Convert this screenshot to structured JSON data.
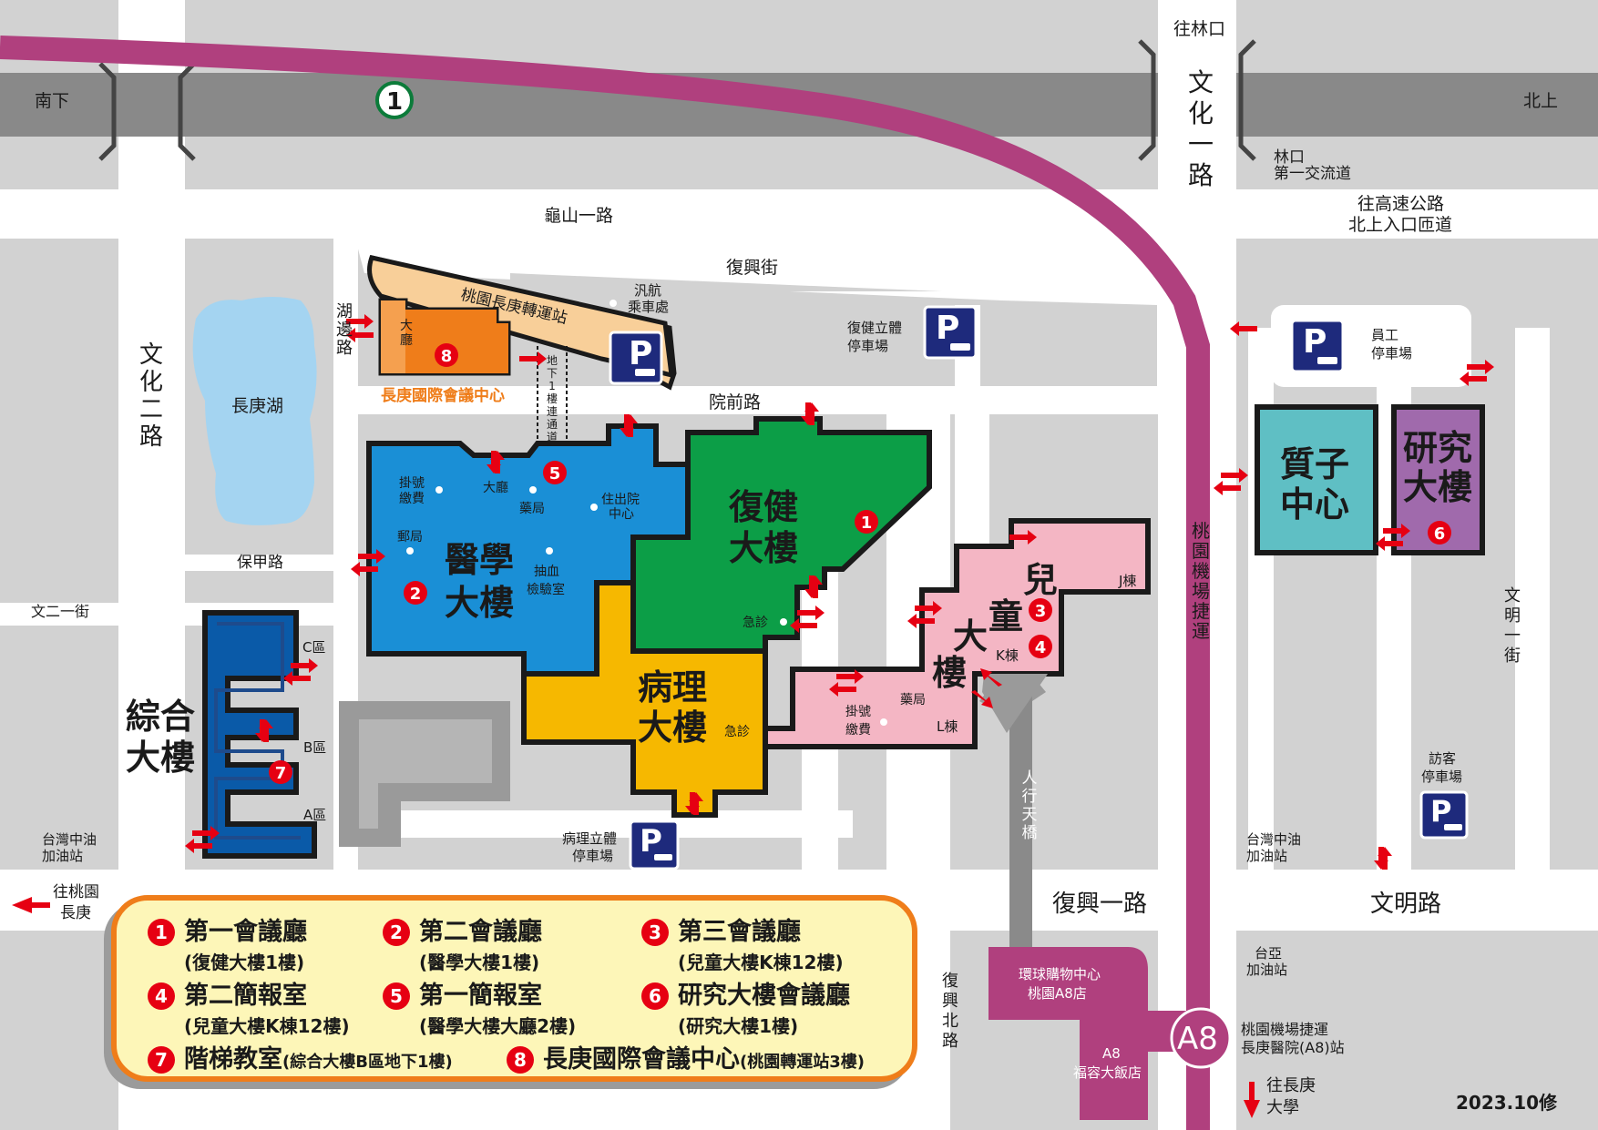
{
  "roads": {
    "nan_xia": "南下",
    "bei_shang": "北上",
    "highway_no": "1",
    "wang_linkou": "往林口",
    "wenhua_rd": "文化一路",
    "linkou_ic_1": "林口",
    "linkou_ic_2": "第一交流道",
    "to_freeway_1": "往高速公路",
    "to_freeway_2": "北上入口匝道",
    "guishan_rd": "龜山一路",
    "fuxing_st": "復興街",
    "yuanqian_rd": "院前路",
    "wenhua2_rd": "文化二路",
    "hubian_rd": "湖邊路",
    "baojia_rd": "保甲路",
    "wen2_st": "文二一街",
    "wenming1_st": "文明一街",
    "fuxing1_rd": "復興一路",
    "wenming_rd": "文明路",
    "fuxing_n_rd": "復興北路",
    "mrt_line": "桃園機場捷運",
    "footbridge": "人行天橋",
    "to_taoyuan_1": "往桃園",
    "to_taoyuan_2": "長庚",
    "to_cgu_1": "往長庚",
    "to_cgu_2": "大學"
  },
  "places": {
    "lake": "長庚湖",
    "bus_station": "桃園長庚轉運站",
    "shuttle_1": "汎航",
    "shuttle_2": "乘車處",
    "hall_1": "大",
    "hall_2": "廳",
    "conv_center": "長庚國際會議中心",
    "tunnel": "地下1樓連通道",
    "rehab_parking_1": "復健立體",
    "rehab_parking_2": "停車場",
    "staff_parking_1": "員工",
    "staff_parking_2": "停車場",
    "visitor_parking_1": "訪客",
    "visitor_parking_2": "停車場",
    "path_parking_1": "病理立體",
    "path_parking_2": "停車場",
    "gas_left_1": "台灣中油",
    "gas_left_2": "加油站",
    "gas_right_1": "台灣中油",
    "gas_right_2": "加油站",
    "gas_taiya_1": "台亞",
    "gas_taiya_2": "加油站",
    "mall_1": "環球購物中心",
    "mall_2": "桃園A8店",
    "hotel_1": "A8",
    "hotel_2": "福容大飯店",
    "a8": "A8",
    "mrt_station_1": "桃園機場捷運",
    "mrt_station_2": "長庚醫院(A8)站",
    "parking_letter": "P"
  },
  "buildings": {
    "medical_1": "醫學",
    "medical_2": "大樓",
    "rehab_1": "復健",
    "rehab_2": "大樓",
    "pathology_1": "病理",
    "pathology_2": "大樓",
    "children_1": "兒",
    "children_2": "童",
    "children_3": "大",
    "children_4": "樓",
    "proton_1": "質子",
    "proton_2": "中心",
    "research_1": "研究",
    "research_2": "大樓",
    "general_1": "綜合",
    "general_2": "大樓",
    "zone_c": "C區",
    "zone_b": "B區",
    "zone_a": "A區",
    "j_bldg": "J棟",
    "k_bldg": "K棟",
    "l_bldg": "L棟"
  },
  "facilities": {
    "reg_pay_1": "掛號",
    "reg_pay_2": "繳費",
    "lobby": "大廳",
    "pharmacy": "藥局",
    "admission_1": "住出院",
    "admission_2": "中心",
    "post": "郵局",
    "blood_1": "抽血",
    "blood_2": "檢驗室",
    "er_rehab": "急診",
    "er_path": "急診",
    "child_reg_1": "掛號",
    "child_reg_2": "繳費",
    "child_pharmacy": "藥局"
  },
  "markers": [
    "1",
    "2",
    "3",
    "4",
    "5",
    "6",
    "7",
    "8"
  ],
  "legend": {
    "items": [
      {
        "num": "1",
        "title": "第一會議廳",
        "sub": "(復健大樓1樓)"
      },
      {
        "num": "2",
        "title": "第二會議廳",
        "sub": "(醫學大樓1樓)"
      },
      {
        "num": "3",
        "title": "第三會議廳",
        "sub": "(兒童大樓K棟12樓)"
      },
      {
        "num": "4",
        "title": "第二簡報室",
        "sub": "(兒童大樓K棟12樓)"
      },
      {
        "num": "5",
        "title": "第一簡報室",
        "sub": "(醫學大樓大廳2樓)"
      },
      {
        "num": "6",
        "title": "研究大樓會議廳",
        "sub": "(研究大樓1樓)"
      },
      {
        "num": "7",
        "title": "階梯教室",
        "sub": "(綜合大樓B區地下1樓)"
      },
      {
        "num": "8",
        "title": "長庚國際會議中心",
        "sub": "(桃園轉運站3樓)"
      }
    ]
  },
  "version": "2023.10修",
  "colors": {
    "block_gray": "#d2d2d2",
    "road_white": "#ffffff",
    "highway": "#898989",
    "mrt": "#b0407e",
    "medical": "#1a8fd6",
    "rehab": "#0c9e47",
    "pathology": "#f6b800",
    "children": "#f4b6c4",
    "proton": "#5fbfc4",
    "research": "#a06aac",
    "general": "#0a5aa8",
    "conv": "#ef7d1a",
    "bus_station": "#f8cf99",
    "lake": "#a4d4f1",
    "marker": "#e60012",
    "parking": "#1e2a7c",
    "legend_bg": "#fdf6b8"
  }
}
